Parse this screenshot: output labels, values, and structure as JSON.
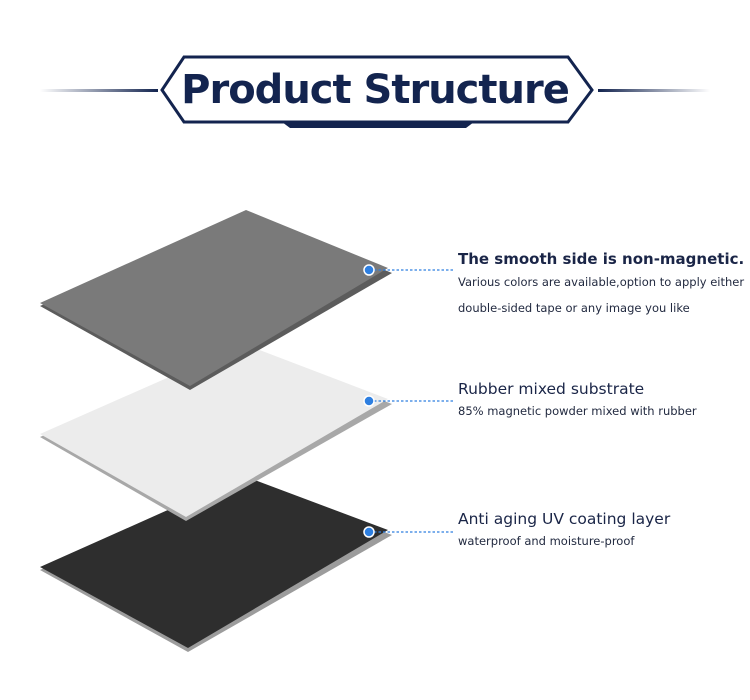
{
  "header": {
    "title": "Product Structure"
  },
  "layers": [
    {
      "name": "smooth-side",
      "title": "The smooth side is non-magnetic.",
      "desc": [
        "Various colors are available,option to apply either",
        "double-sided tape or any image you like"
      ]
    },
    {
      "name": "rubber-substrate",
      "title": "Rubber mixed substrate",
      "desc": [
        "85% magnetic powder mixed with rubber"
      ]
    },
    {
      "name": "uv-coating",
      "title": "Anti aging UV coating layer",
      "desc": [
        "waterproof and moisture-proof"
      ]
    }
  ],
  "colors": {
    "navy": "#13244f",
    "accent_blue": "#2e7fe0",
    "sheet_top": "#7a7a7a",
    "sheet_middle": "#ececec",
    "sheet_bottom": "#2e2e2e",
    "sheet_edge": "#9a9a9a"
  }
}
